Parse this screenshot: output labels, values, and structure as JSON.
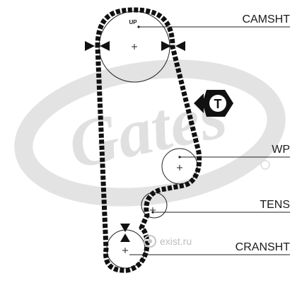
{
  "labels": {
    "up": "UP",
    "camshaft": "CAMSHT",
    "water_pump": "WP",
    "tensioner": "TENS",
    "crankshaft": "CRANSHT",
    "tensioner_badge": "T",
    "watermark_brand": "Gates",
    "watermark_site": "exist.ru"
  },
  "colors": {
    "belt": "#111111",
    "line": "#222222",
    "watermark": "#d9d9d9",
    "watermark_site": "#bdbdbd",
    "background": "#ffffff"
  },
  "icons": {
    "timing_mark": "triangle-pair-icon",
    "tensioner_badge": "hexagon-t-icon"
  }
}
